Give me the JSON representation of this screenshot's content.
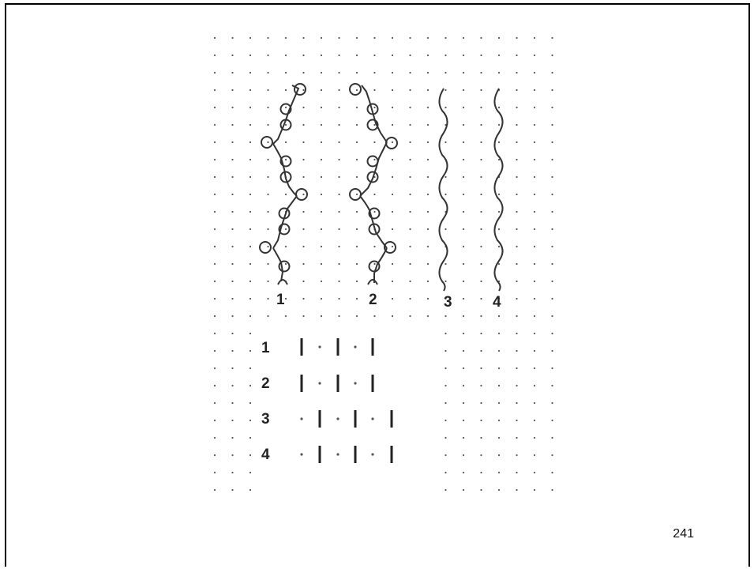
{
  "diagram": {
    "column_labels": [
      "1",
      "2",
      "3",
      "4"
    ],
    "row_labels": [
      "1",
      "2",
      "3",
      "4"
    ]
  },
  "page_number": "241",
  "colors": {
    "ink": "#333333",
    "dot": "#555555",
    "frame": "#000000"
  }
}
